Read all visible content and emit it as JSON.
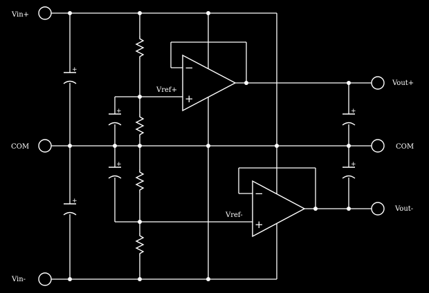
{
  "diagram": {
    "background": "#000000",
    "line_color": "#ffffff",
    "terminals": {
      "vin_plus": "Vin+",
      "com_left": "COM",
      "vin_minus": "Vin-",
      "vout_plus": "Vout+",
      "com_right": "COM",
      "vout_minus": "Vout-"
    },
    "net_labels": {
      "vref_plus": "Vref+",
      "vref_minus": "Vref-"
    },
    "opamp_inputs": {
      "inverting": "−",
      "non_inverting": "+"
    },
    "cap_polarity": "+"
  }
}
